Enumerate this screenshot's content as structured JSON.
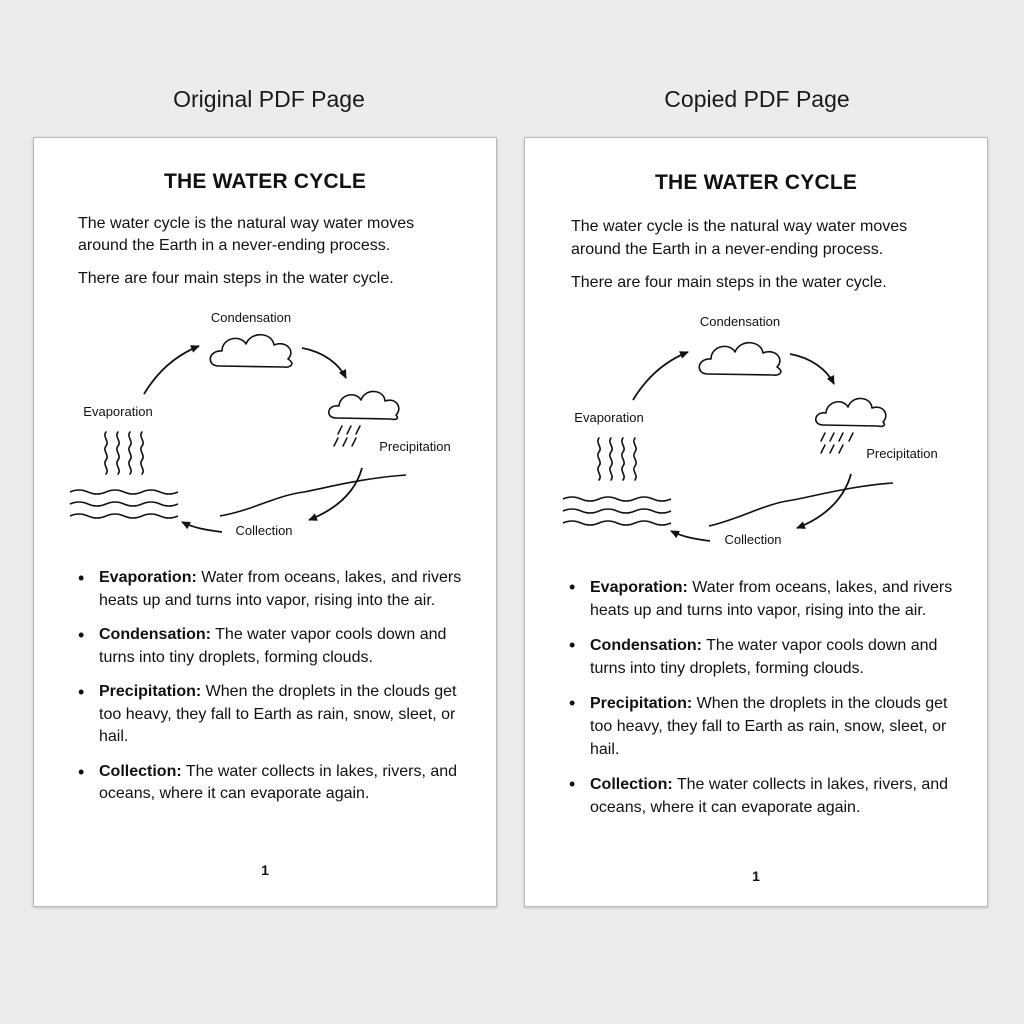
{
  "labels": {
    "original": "Original PDF Page",
    "copied": "Copied PDF Page"
  },
  "document": {
    "title": "THE WATER CYCLE",
    "intro": "The water cycle is the natural way water moves around the Earth in a never-ending process.",
    "steps_intro": "There are four main steps in the water cycle.",
    "diagram": {
      "condensation": "Condensation",
      "evaporation": "Evaporation",
      "precipitation": "Precipitation",
      "collection": "Collection"
    },
    "bullets": [
      {
        "term": "Evaporation:",
        "text": " Water from oceans, lakes, and rivers heats up and turns into vapor, rising into the air."
      },
      {
        "term": "Condensation:",
        "text": " The water vapor cools down and turns into tiny droplets, forming clouds."
      },
      {
        "term": "Precipitation:",
        "text": " When the droplets in the clouds get too heavy, they fall to Earth as rain, snow, sleet, or hail."
      },
      {
        "term": "Collection:",
        "text": " The water collects in lakes, rivers, and oceans, where it can evaporate again."
      }
    ],
    "page_number": "1"
  },
  "icons": {
    "cloud": "cloud-icon",
    "rain_cloud": "rain-cloud-icon",
    "vapor": "vapor-icon",
    "water": "water-waves-icon",
    "land": "land-line-icon",
    "arrow": "cycle-arrow-icon"
  }
}
